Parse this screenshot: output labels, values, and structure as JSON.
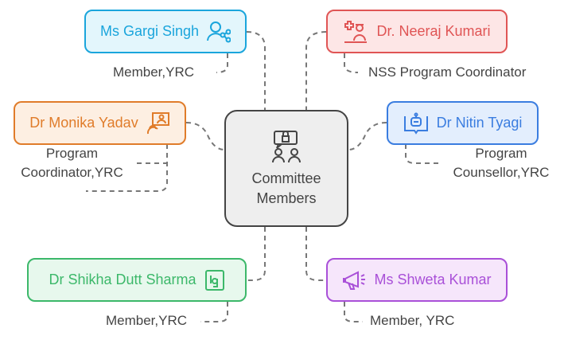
{
  "center": {
    "line1": "Committee",
    "line2": "Members",
    "icon": "team-chat-lock-icon"
  },
  "members": [
    {
      "name": "Ms Gargi Singh",
      "role": "Member,YRC",
      "icon": "user-network-icon",
      "color": "#1aa5dc",
      "fill": "#e3f6fc"
    },
    {
      "name": "Dr Monika Yadav",
      "role_line1": "Program",
      "role_line2": "Coordinator,YRC",
      "icon": "presentation-icon",
      "color": "#e07c2a",
      "fill": "#fdefe2"
    },
    {
      "name": "Dr. Neeraj Kumari",
      "role": "NSS Program Coordinator",
      "icon": "nurse-icon",
      "color": "#e05555",
      "fill": "#fde6e6"
    },
    {
      "name": "Dr Nitin Tyagi",
      "role_line1": "Program",
      "role_line2": "Counsellor,YRC",
      "icon": "robot-book-icon",
      "color": "#3a7de0",
      "fill": "#e3eefd"
    },
    {
      "name": "Dr Shikha Dutt Sharma",
      "role": "Member,YRC",
      "icon": "digital-badge-icon",
      "color": "#3cb86a",
      "fill": "#e7f8ed"
    },
    {
      "name": "Ms Shweta Kumar",
      "role": "Member, YRC",
      "icon": "megaphone-icon",
      "color": "#a950d8",
      "fill": "#f6e6fb"
    }
  ]
}
